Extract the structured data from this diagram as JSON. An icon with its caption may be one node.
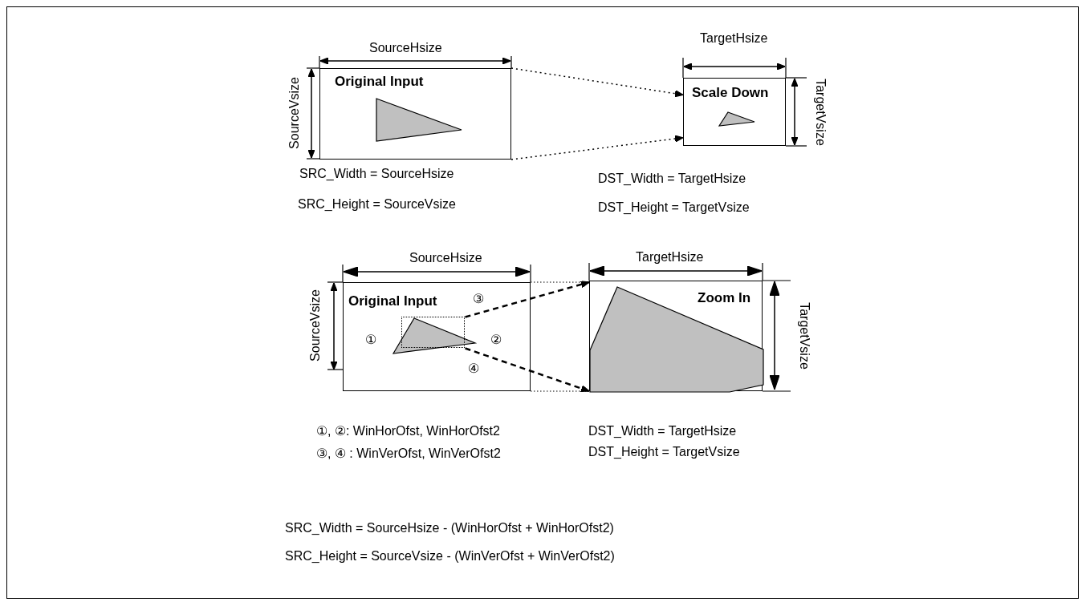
{
  "diagram": {
    "nodes": [
      {
        "text": [
          "Original Input"
        ]
      },
      {
        "text": [
          "Scale Down"
        ]
      },
      {
        "text": [
          "Original Input"
        ]
      },
      {
        "text": [
          "Zoom In"
        ]
      },
      {
        "text": [],
        "shape": "box",
        "in": 2
      }
    ],
    "edges": [
      {
        "from": 0,
        "to": 1,
        "arrow": "to",
        "style": "dashed"
      },
      {
        "from": 0,
        "to": 1,
        "arrow": "to",
        "style": "dashed"
      },
      {
        "from": 2,
        "to": 3,
        "arrow": "none",
        "style": "dashed"
      },
      {
        "from": 2,
        "to": 3,
        "arrow": "none",
        "style": "dashed"
      },
      {
        "from": 4,
        "to": 3,
        "arrow": "to",
        "style": "dashed"
      },
      {
        "from": 4,
        "to": 3,
        "arrow": "to",
        "style": "dashed"
      }
    ],
    "labels": [
      "SourceHsize",
      "TargetHsize",
      "SourceVsize",
      "TargetVsize",
      "SRC_Width = SourceHsize",
      "DST_Width = TargetHsize",
      "SRC_Height = SourceVsize",
      "DST_Height = TargetVsize",
      "SourceHsize",
      "TargetHsize",
      "SourceVsize",
      "③",
      "①",
      "②",
      "④",
      "TargetVsize",
      "①, ②: WinHorOfst, WinHorOfst2",
      "DST_Width = TargetHsize",
      "③, ④ : WinVerOfst, WinVerOfst2",
      "DST_Height = TargetVsize",
      "SRC_Width = SourceHsize - (WinHorOfst + WinHorOfst2)",
      "SRC_Height = SourceVsize - (WinVerOfst + WinVerOfst2)"
    ]
  }
}
